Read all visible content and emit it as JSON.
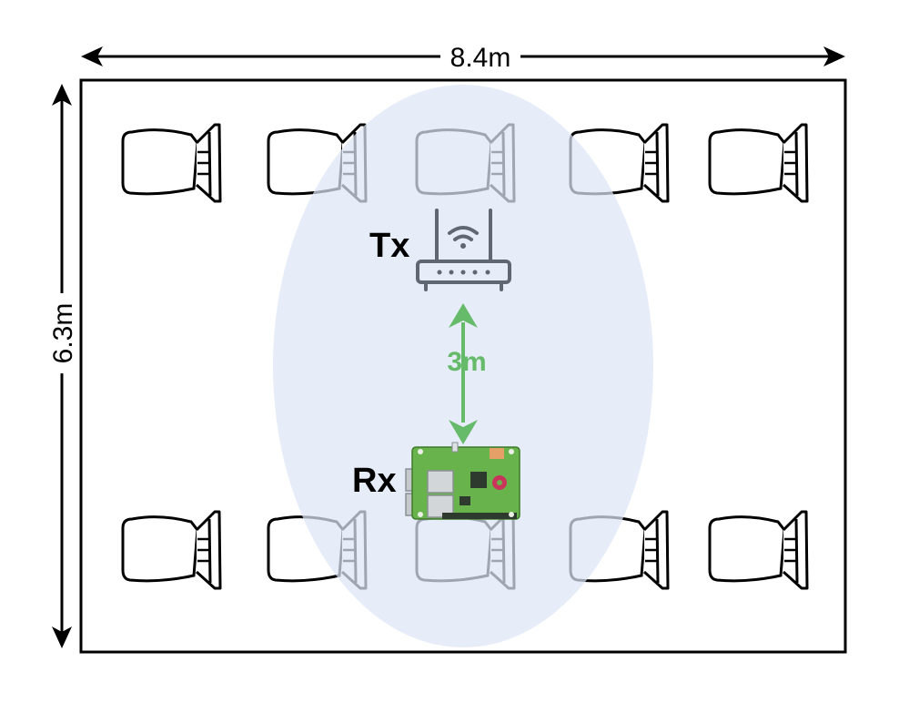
{
  "dimensions": {
    "width_label": "8.4m",
    "height_label": "6.3m"
  },
  "transmitter": {
    "label": "Tx",
    "icon": "wifi-router-icon"
  },
  "receiver": {
    "label": "Rx",
    "icon": "raspberry-pi-board-icon"
  },
  "link": {
    "distance_label": "3m"
  },
  "chairs": {
    "top_row_count": 5,
    "bottom_row_count": 5,
    "icon": "chair-icon"
  },
  "colors": {
    "coverage": "#dce5f5",
    "link_arrow": "#66bb6a",
    "router": "#5f6772",
    "board": "#69b34c"
  }
}
